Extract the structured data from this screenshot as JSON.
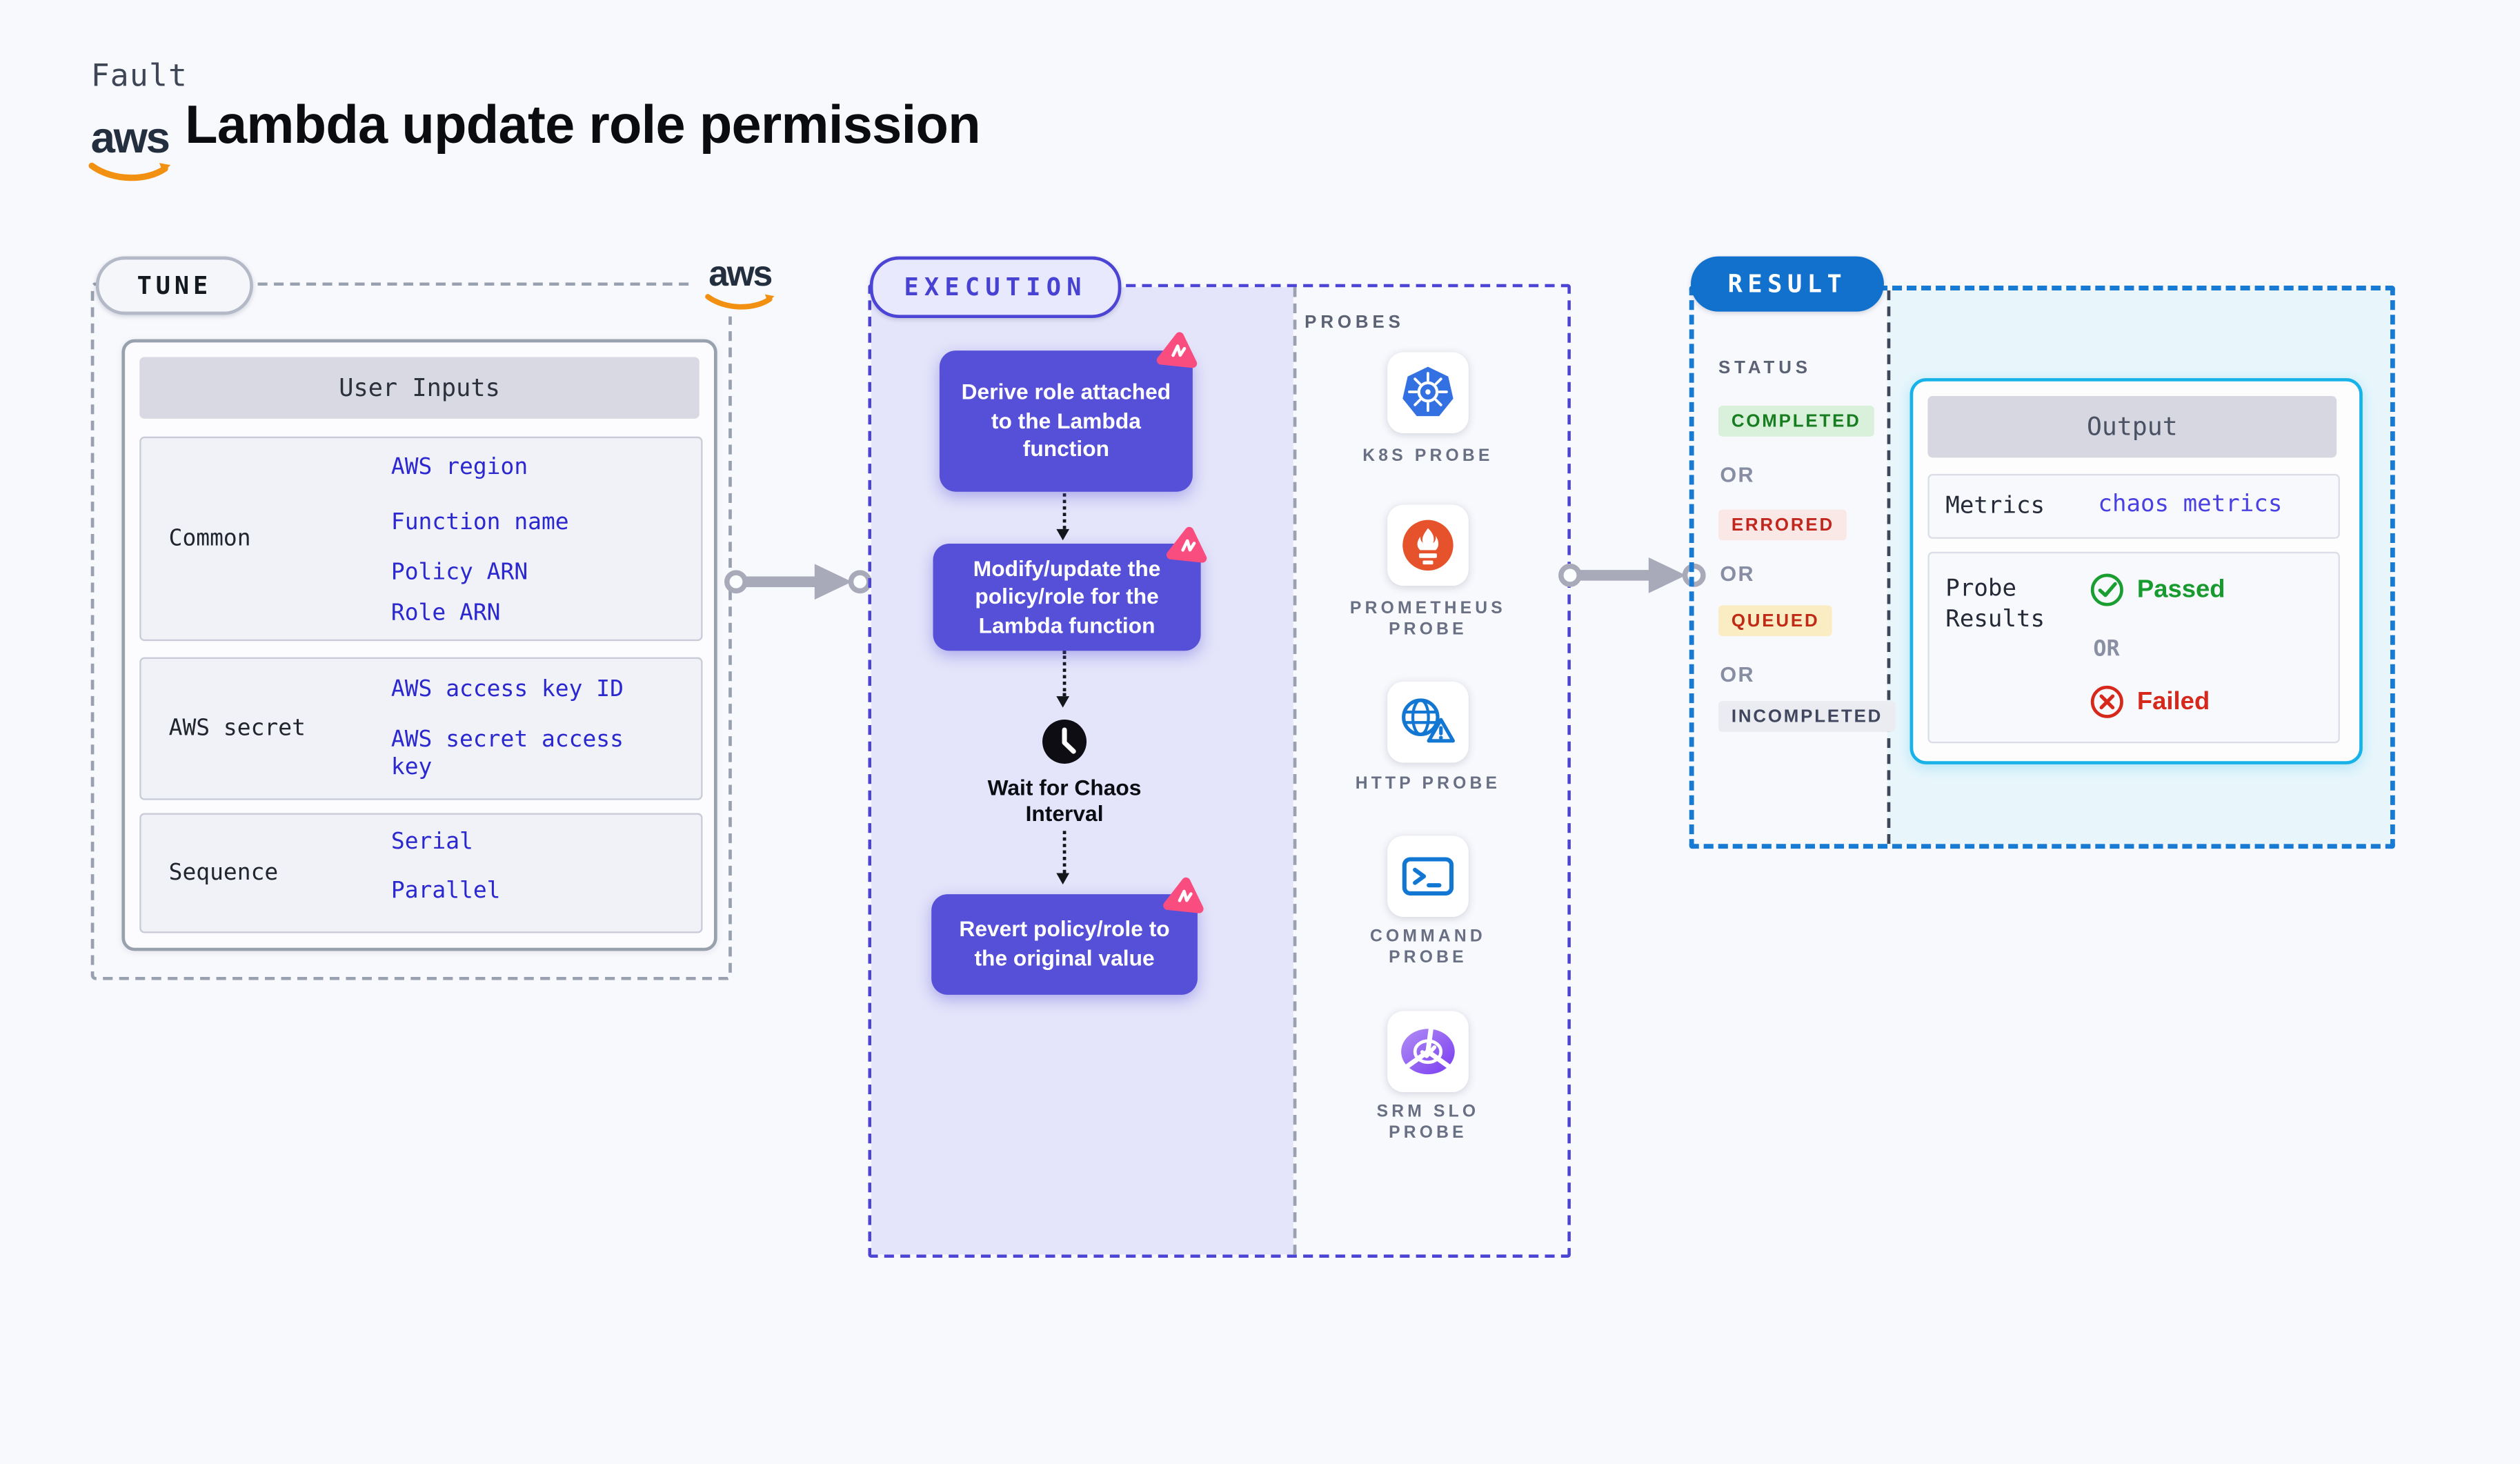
{
  "header": {
    "kicker": "Fault",
    "title": "Lambda update role permission",
    "logo_text": "aws"
  },
  "tune": {
    "label": "TUNE",
    "logo_text": "aws",
    "inputs": {
      "title": "User Inputs",
      "rows": [
        {
          "label": "Common",
          "values": [
            "AWS region",
            "Function name",
            "Policy ARN",
            "Role ARN"
          ]
        },
        {
          "label": "AWS secret",
          "values": [
            "AWS access key ID",
            "AWS secret access key"
          ]
        },
        {
          "label": "Sequence",
          "values": [
            "Serial",
            "Parallel"
          ]
        }
      ]
    }
  },
  "execution": {
    "label": "EXECUTION",
    "steps": [
      "Derive role attached to the Lambda function",
      "Modify/update the policy/role for the Lambda function",
      "Revert policy/role to the original value"
    ],
    "wait_label": "Wait for Chaos Interval",
    "probes_label": "PROBES",
    "probes": [
      {
        "name": "K8S PROBE",
        "icon": "kubernetes-icon"
      },
      {
        "name": "PROMETHEUS PROBE",
        "icon": "prometheus-icon"
      },
      {
        "name": "HTTP PROBE",
        "icon": "http-globe-warning-icon"
      },
      {
        "name": "COMMAND PROBE",
        "icon": "terminal-icon"
      },
      {
        "name": "SRM SLO PROBE",
        "icon": "srm-slo-icon"
      }
    ]
  },
  "result": {
    "label": "RESULT",
    "status_label": "STATUS",
    "or_label": "OR",
    "statuses": [
      {
        "label": "COMPLETED",
        "text_color": "#177d20",
        "bg": "#d9f1da"
      },
      {
        "label": "ERRORED",
        "text_color": "#c1271d",
        "bg": "#fae8e7"
      },
      {
        "label": "QUEUED",
        "text_color": "#bf2b16",
        "bg": "#fbedc3"
      },
      {
        "label": "INCOMPLETED",
        "text_color": "#40465e",
        "bg": "#eaecf2"
      }
    ],
    "output": {
      "title": "Output",
      "metrics_label": "Metrics",
      "metrics_value": "chaos metrics",
      "probe_results_label": "Probe Results",
      "passed": "Passed",
      "or": "OR",
      "failed": "Failed"
    }
  },
  "colors": {
    "page_bg": "#f8f9fd",
    "indigo_border": "#4c44d4",
    "indigo_node": "#5650d8",
    "lavender_fill": "#e4e4fa",
    "result_blue": "#1271cd",
    "result_dash": "#177bd3",
    "output_cyan": "#17b2e8",
    "cyan_fill": "#e8f6fc",
    "link_blue": "#2b28cf",
    "chaos_pink": "#fa4d7f",
    "aws_orange": "#f29111",
    "connector_gray": "#a8aaba",
    "passed_green": "#179a2e",
    "failed_red": "#d7281c"
  }
}
